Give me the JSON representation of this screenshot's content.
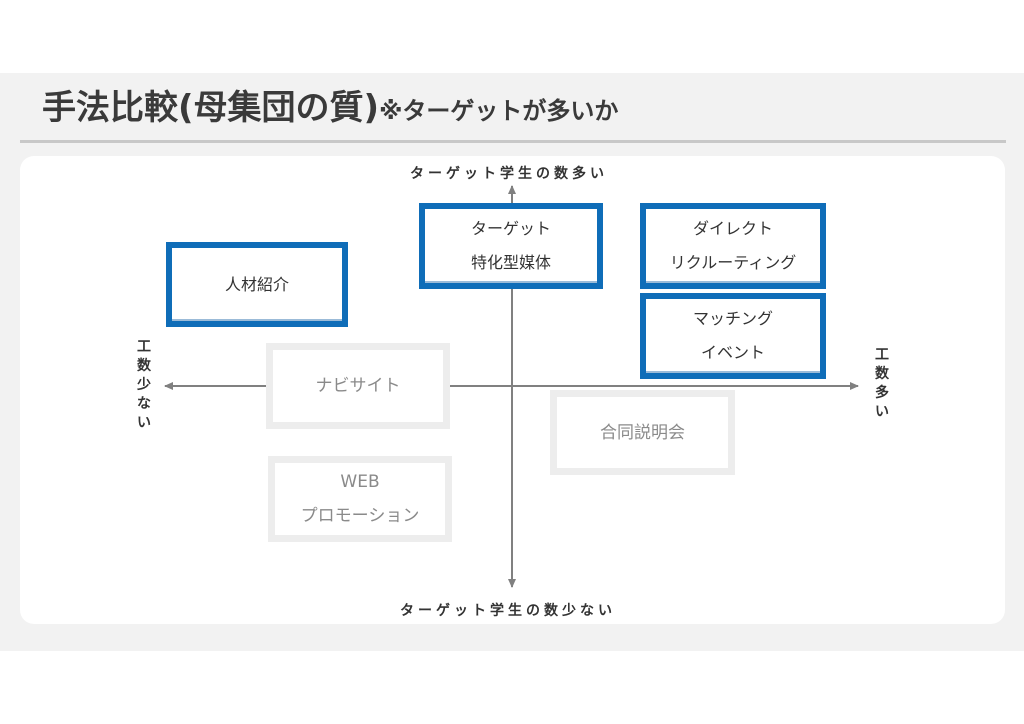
{
  "title": {
    "main": "手法比較(母集団の質)",
    "sub": "※ターゲットが多いか"
  },
  "axes": {
    "top": "ターゲット学生の数多い",
    "bottom": "ターゲット学生の数少ない",
    "left": "工数少ない",
    "right": "工数多い"
  },
  "methods": [
    {
      "line1": "人材紹介",
      "line2": ""
    },
    {
      "line1": "ターゲット",
      "line2": "特化型媒体"
    },
    {
      "line1": "ダイレクト",
      "line2": "リクルーティング"
    },
    {
      "line1": "マッチング",
      "line2": "イベント"
    },
    {
      "line1": "ナビサイト",
      "line2": ""
    },
    {
      "line1": "合同説明会",
      "line2": ""
    },
    {
      "line1": "WEB",
      "line2": "プロモーション"
    }
  ],
  "colors": {
    "highlight_border": "#0f6db8",
    "neutral_border": "#ededed",
    "axis": "#808080"
  }
}
